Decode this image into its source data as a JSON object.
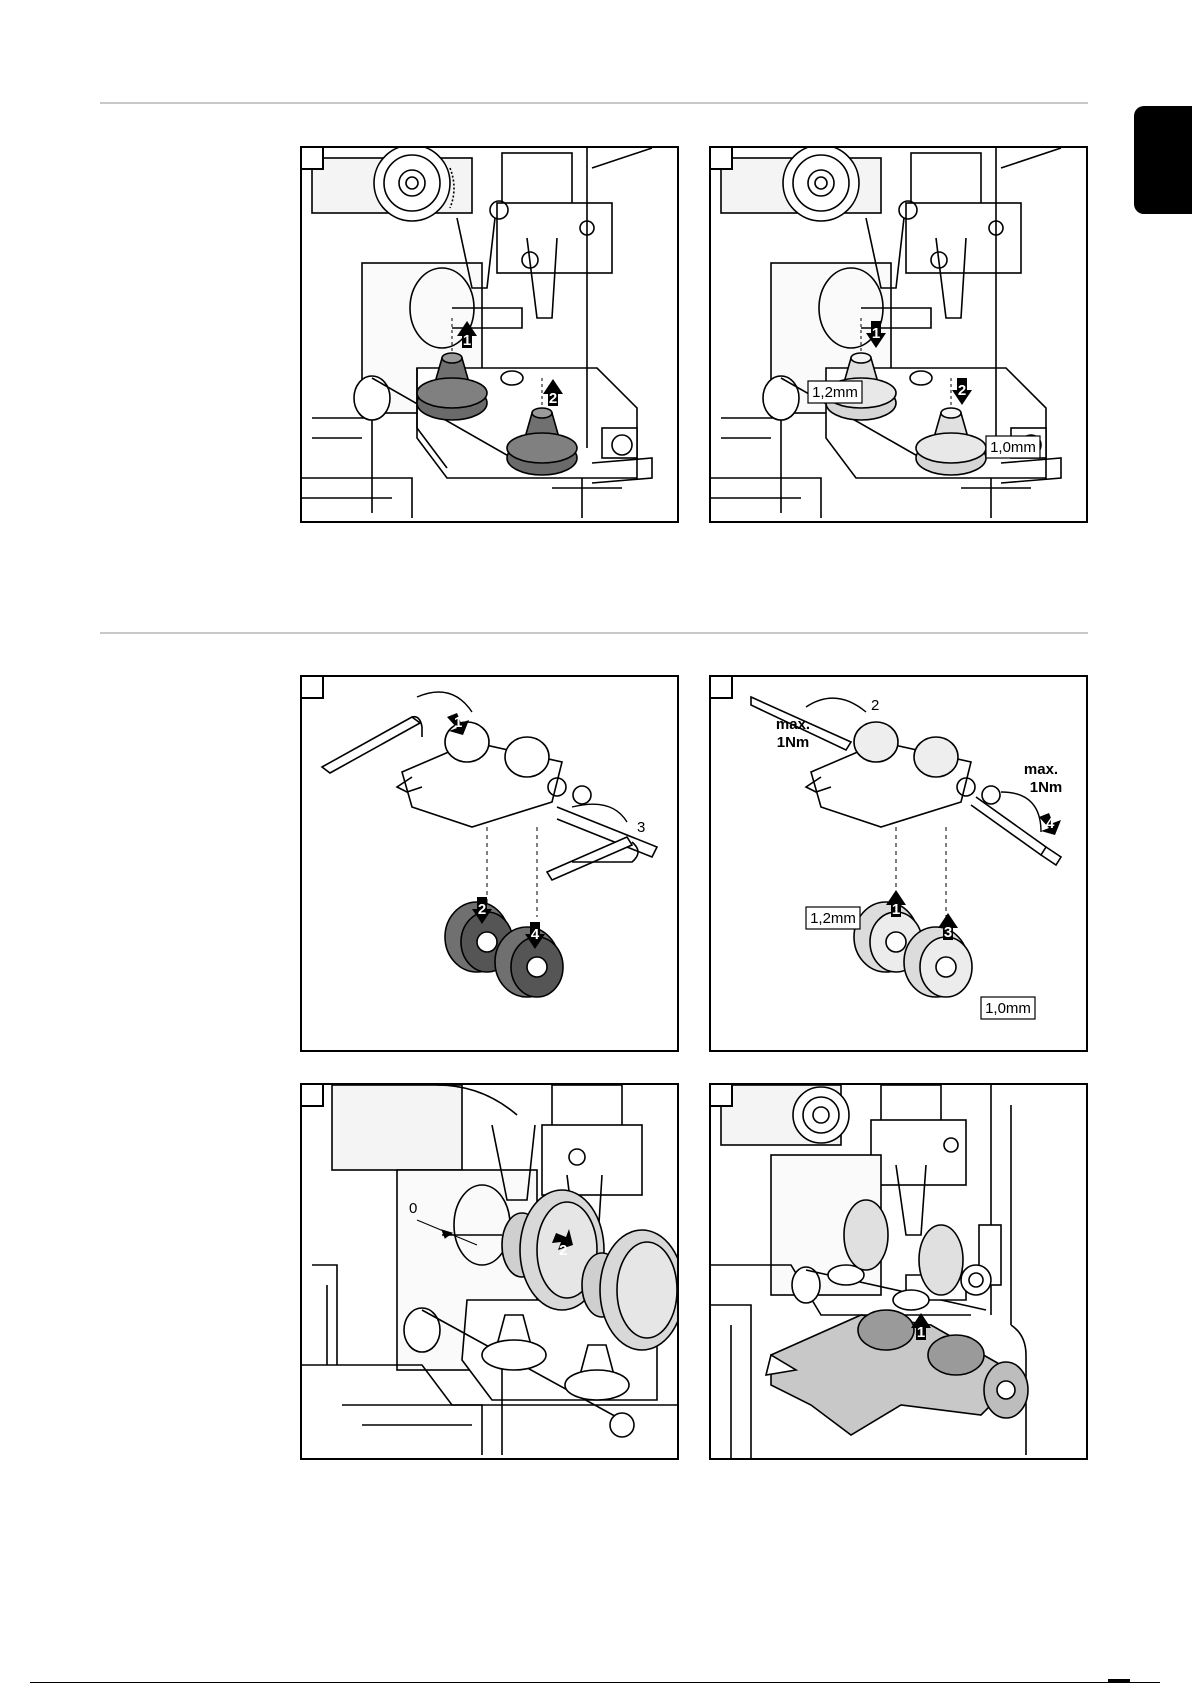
{
  "page": {
    "language_tab": "",
    "colors": {
      "rule": "#c8c8c8",
      "tab": "#000000",
      "part_dark": "#6a6a6a",
      "part_light": "#dedede"
    }
  },
  "figures": [
    {
      "id": "fig-1",
      "callouts": [
        "1",
        "2"
      ],
      "labels": []
    },
    {
      "id": "fig-2",
      "callouts": [
        "1",
        "2"
      ],
      "labels": [
        "1,2mm",
        "1,0mm"
      ]
    },
    {
      "id": "fig-3",
      "callouts": [
        "1",
        "2",
        "3",
        "4"
      ],
      "labels": []
    },
    {
      "id": "fig-4",
      "callouts": [
        "1",
        "2",
        "3",
        "4"
      ],
      "labels": [
        "1,2mm",
        "1,0mm"
      ],
      "torque": [
        "max.",
        "1Nm",
        "max.",
        "1Nm"
      ]
    },
    {
      "id": "fig-5",
      "callouts": [
        "2"
      ],
      "labels": [
        "0"
      ]
    },
    {
      "id": "fig-6",
      "callouts": [
        "1"
      ],
      "labels": []
    }
  ]
}
